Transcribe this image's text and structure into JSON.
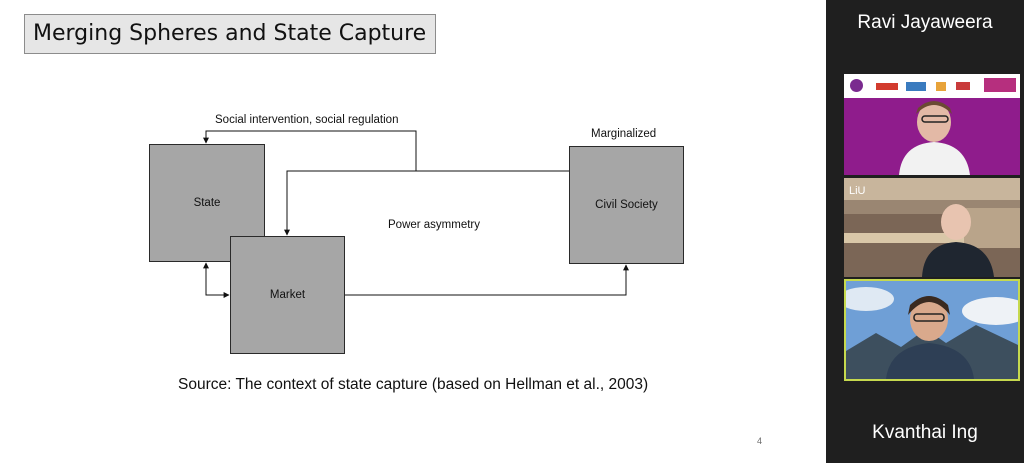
{
  "slide": {
    "title": "Merging Spheres and State Capture",
    "diagram": {
      "boxes": {
        "state": "State",
        "market": "Market",
        "civil_society": "Civil Society"
      },
      "labels": {
        "social_intervention": "Social intervention, social regulation",
        "marginalized": "Marginalized",
        "power_asymmetry": "Power asymmetry"
      }
    },
    "source": "Source: The context of state capture (based on Hellman et al., 2003)",
    "page_number": "4"
  },
  "participants": {
    "top_name": "Ravi Jayaweera",
    "bottom_name": "Kvanthai Ing",
    "active_speaker_color": "#c6d94e"
  }
}
